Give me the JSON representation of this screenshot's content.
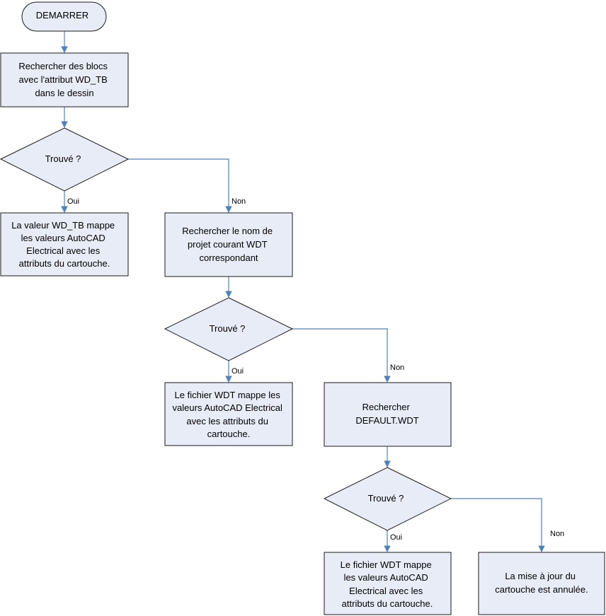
{
  "colors": {
    "node_fill": "#e8ecf6",
    "node_stroke": "#1a1a1a",
    "connector": "#4f81bd"
  },
  "nodes": {
    "start": {
      "lines": [
        "DEMARRER"
      ]
    },
    "search_blocks": {
      "lines": [
        "Rechercher des blocs",
        "avec l'attribut WD_TB",
        "dans le dessin"
      ]
    },
    "decision_1": {
      "lines": [
        "Trouvé ?"
      ]
    },
    "wd_tb_maps": {
      "lines": [
        "La valeur WD_TB mappe",
        "les valeurs AutoCAD",
        "Electrical avec les",
        "attributs du cartouche."
      ]
    },
    "search_project_wdt": {
      "lines": [
        "Rechercher le nom de",
        "projet courant WDT",
        "correspondant"
      ]
    },
    "decision_2": {
      "lines": [
        "Trouvé ?"
      ]
    },
    "wdt_file_maps_1": {
      "lines": [
        "Le fichier WDT mappe les",
        "valeurs AutoCAD Electrical",
        "avec les attributs du",
        "cartouche."
      ]
    },
    "search_default_wdt": {
      "lines": [
        "Rechercher",
        "DEFAULT.WDT"
      ]
    },
    "decision_3": {
      "lines": [
        "Trouvé ?"
      ]
    },
    "wdt_file_maps_2": {
      "lines": [
        "Le fichier WDT mappe",
        "les valeurs AutoCAD",
        "Electrical avec les",
        "attributs du cartouche."
      ]
    },
    "update_cancelled": {
      "lines": [
        "La mise à jour du",
        "cartouche est annulée."
      ]
    }
  },
  "edge_labels": {
    "d1_yes": "Oui",
    "d1_no": "Non",
    "d2_yes": "Oui",
    "d2_no": "Non",
    "d3_yes": "Oui",
    "d3_no": "Non"
  }
}
